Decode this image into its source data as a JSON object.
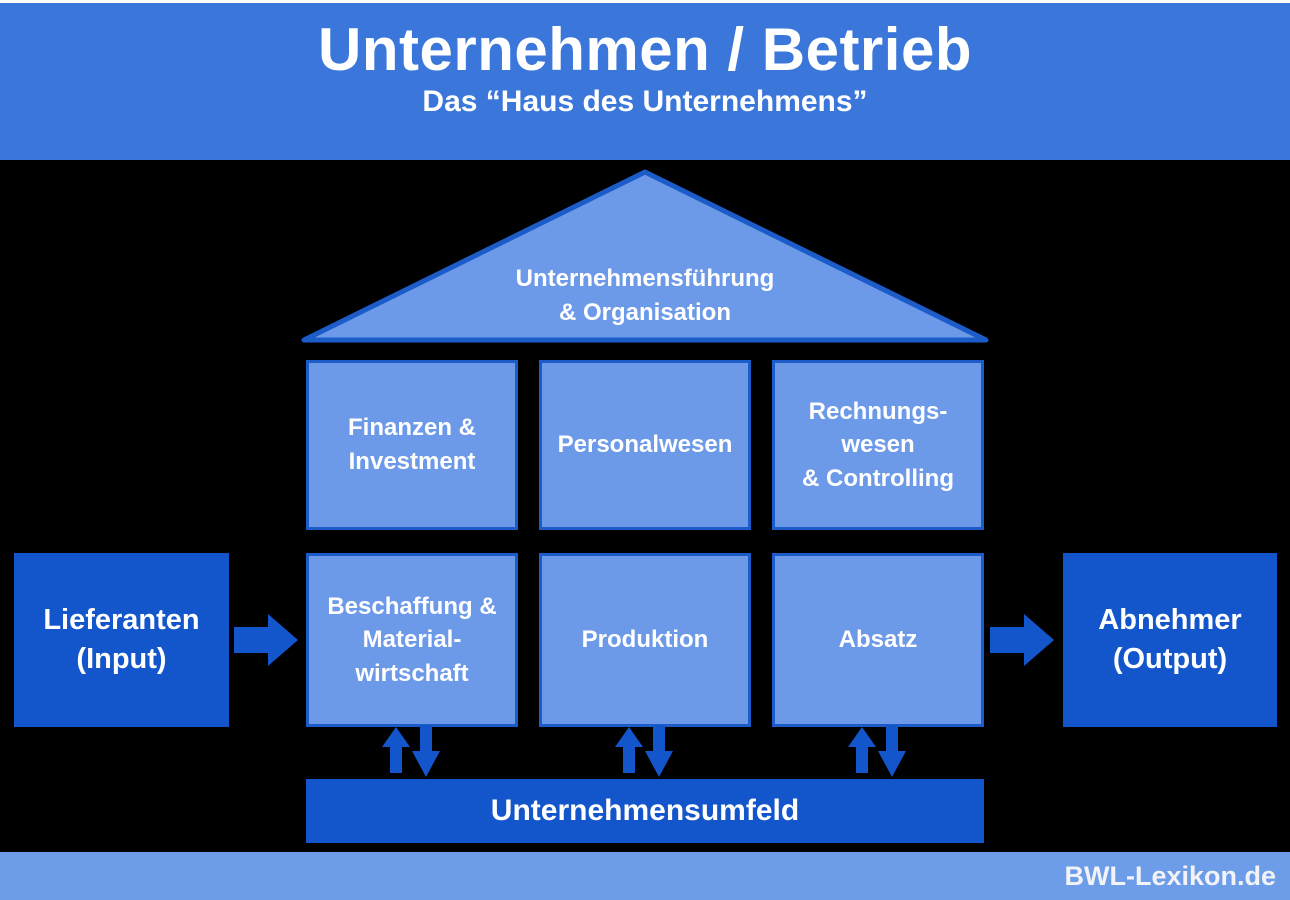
{
  "header": {
    "title": "Unternehmen / Betrieb",
    "subtitle": "Das “Haus des Unternehmens”"
  },
  "house": {
    "roof": {
      "label": "Unternehmensführung\n& Organisation"
    },
    "upper_rooms": [
      {
        "label": "Finanzen &\nInvestment"
      },
      {
        "label": "Personalwesen"
      },
      {
        "label": "Rechnungs-\nwesen\n& Controlling"
      }
    ],
    "lower_rooms": [
      {
        "label": "Beschaffung &\nMaterial-\nwirtschaft"
      },
      {
        "label": "Produktion"
      },
      {
        "label": "Absatz"
      }
    ]
  },
  "input_box": {
    "label": "Lieferanten\n(Input)"
  },
  "output_box": {
    "label": "Abnehmer\n(Output)"
  },
  "environment_bar": {
    "label": "Unternehmensumfeld"
  },
  "footer": {
    "brand": "BWL-Lexikon.de"
  },
  "icons": {
    "input_flow": "arrow-right-icon",
    "output_flow": "arrow-right-icon",
    "environment_exchange": "arrow-up-down-pair-icon"
  },
  "colors": {
    "background": "#000000",
    "banner_blue": "#3b77da",
    "light_room_blue": "#6d9ae8",
    "room_border_blue": "#1b5cc9",
    "dark_blue": "#1355cb",
    "footer_blue": "#6d9ce9",
    "text_white": "#ffffff"
  }
}
